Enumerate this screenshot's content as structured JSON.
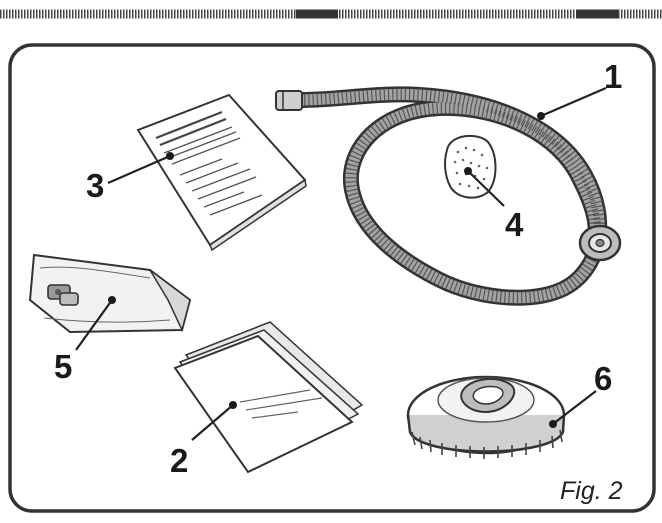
{
  "figure": {
    "caption": "Fig. 2",
    "callouts": [
      {
        "id": "1",
        "label": "1"
      },
      {
        "id": "2",
        "label": "2"
      },
      {
        "id": "3",
        "label": "3"
      },
      {
        "id": "4",
        "label": "4"
      },
      {
        "id": "5",
        "label": "5"
      },
      {
        "id": "6",
        "label": "6"
      }
    ]
  },
  "colors": {
    "ink": "#1a1a1a",
    "frame": "#333333",
    "hose_fill": "#9a9a9a",
    "paper": "#ffffff",
    "shade": "#cfcfcf"
  }
}
